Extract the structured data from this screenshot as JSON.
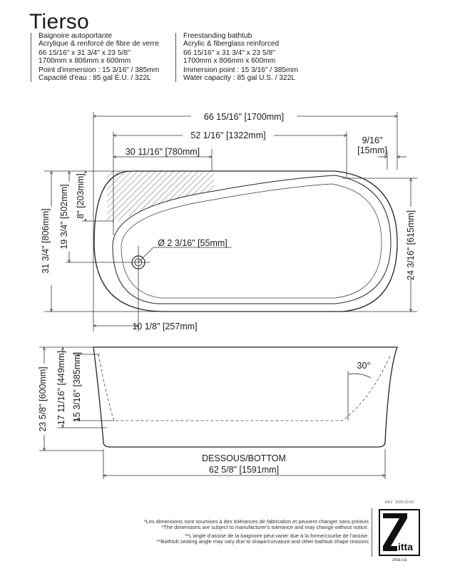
{
  "title": "Tierso",
  "spec_fr": {
    "line1": "Baignoire autoportante",
    "line2": "Acrylique & renforcé de fibre de verre",
    "dims_in": "66 15/16\" x 31 3/4\" x 23 5/8\"",
    "dims_mm": "1700mm x 806mm x 600mm",
    "immersion": "Point d'immersion : 15 3/16\" / 385mm",
    "capacity": "Capacité d'eau : 85 gal É.U. / 322L"
  },
  "spec_en": {
    "line1": "Freestanding bathtub",
    "line2": "Acrylic & fiberglass reinforced",
    "dims_in": "66 15/16\" x 31 3/4\" x 23 5/8\"",
    "dims_mm": "1700mm x 806mm x 600mm",
    "immersion": "Immersion point : 15 3/16\" / 385mm",
    "capacity": "Water capacity : 85 gal U.S. / 322L"
  },
  "drawing": {
    "top": {
      "overall_length": "66 15/16\" [1700mm]",
      "interior_length": "52 1/16\" [1322mm]",
      "seat_length": "30 11/16\" [780mm]",
      "rim_offset_a": "9/16\"",
      "rim_offset_b": "[15mm]",
      "overall_width": "31 3/4\" [806mm]",
      "drain_offset_y": "19 3/4\" [502mm]",
      "seat_depth": "8\" [203mm]",
      "drain_diameter": "Ø 2 3/16\" [55mm]",
      "drain_offset_x": "10 1/8\" [257mm]",
      "interior_width": "24 3/16\" [615mm]"
    },
    "side": {
      "overall_height": "23 5/8\" [600mm]",
      "interior_depth": "17 11/16\" [449mm]",
      "immersion_depth": "15 3/16\" [385mm]",
      "seat_angle": "30°",
      "bottom_label": "DESSOUS/BOTTOM",
      "bottom_length": "62 5/8\" [1591mm]"
    }
  },
  "notes": {
    "fr1": "*Les dimensions sont soumises à des tolérances de fabrication et peuvent changer sans préavis",
    "en1": "*The dimensions are subject to manufacturer's tolerance and may change without notice.",
    "fr2": "**L'angle d'assise de la baignoire peut varier due à la forme/courbe de l'assise.",
    "en2": "**Bathtub seating angle may vary due to shape/curvature and other bathtub shape reasons"
  },
  "brand": {
    "rev": "REV : 2025-03-03",
    "logo": "Zitta",
    "site": "zitta.ca"
  }
}
